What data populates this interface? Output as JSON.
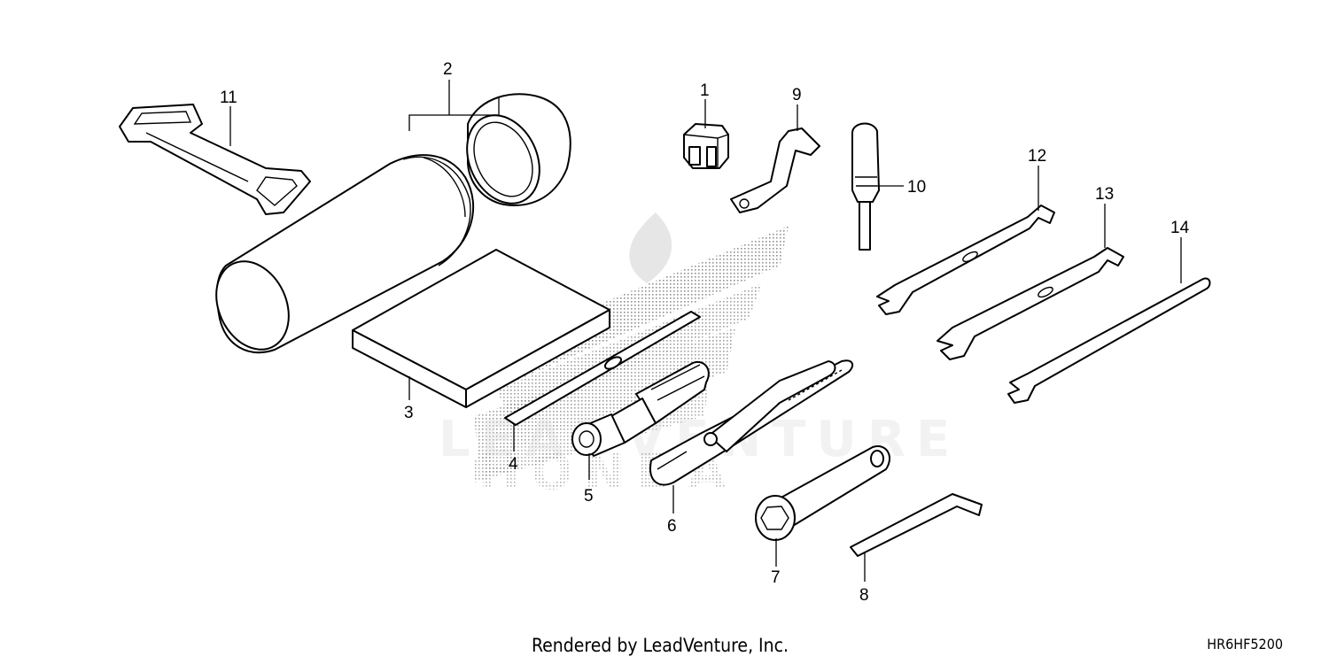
{
  "callouts": [
    {
      "id": "1",
      "label": "1"
    },
    {
      "id": "2",
      "label": "2"
    },
    {
      "id": "3",
      "label": "3"
    },
    {
      "id": "4",
      "label": "4"
    },
    {
      "id": "5",
      "label": "5"
    },
    {
      "id": "6",
      "label": "6"
    },
    {
      "id": "7",
      "label": "7"
    },
    {
      "id": "8",
      "label": "8"
    },
    {
      "id": "9",
      "label": "9"
    },
    {
      "id": "10",
      "label": "10"
    },
    {
      "id": "11",
      "label": "11"
    },
    {
      "id": "12",
      "label": "12"
    },
    {
      "id": "13",
      "label": "13"
    },
    {
      "id": "14",
      "label": "14"
    }
  ],
  "watermark": {
    "line1": "LEADVENTURE",
    "line2": "HONDA"
  },
  "footer": {
    "credit": "Rendered by LeadVenture, Inc.",
    "diagram_code": "HR6HF5200"
  }
}
